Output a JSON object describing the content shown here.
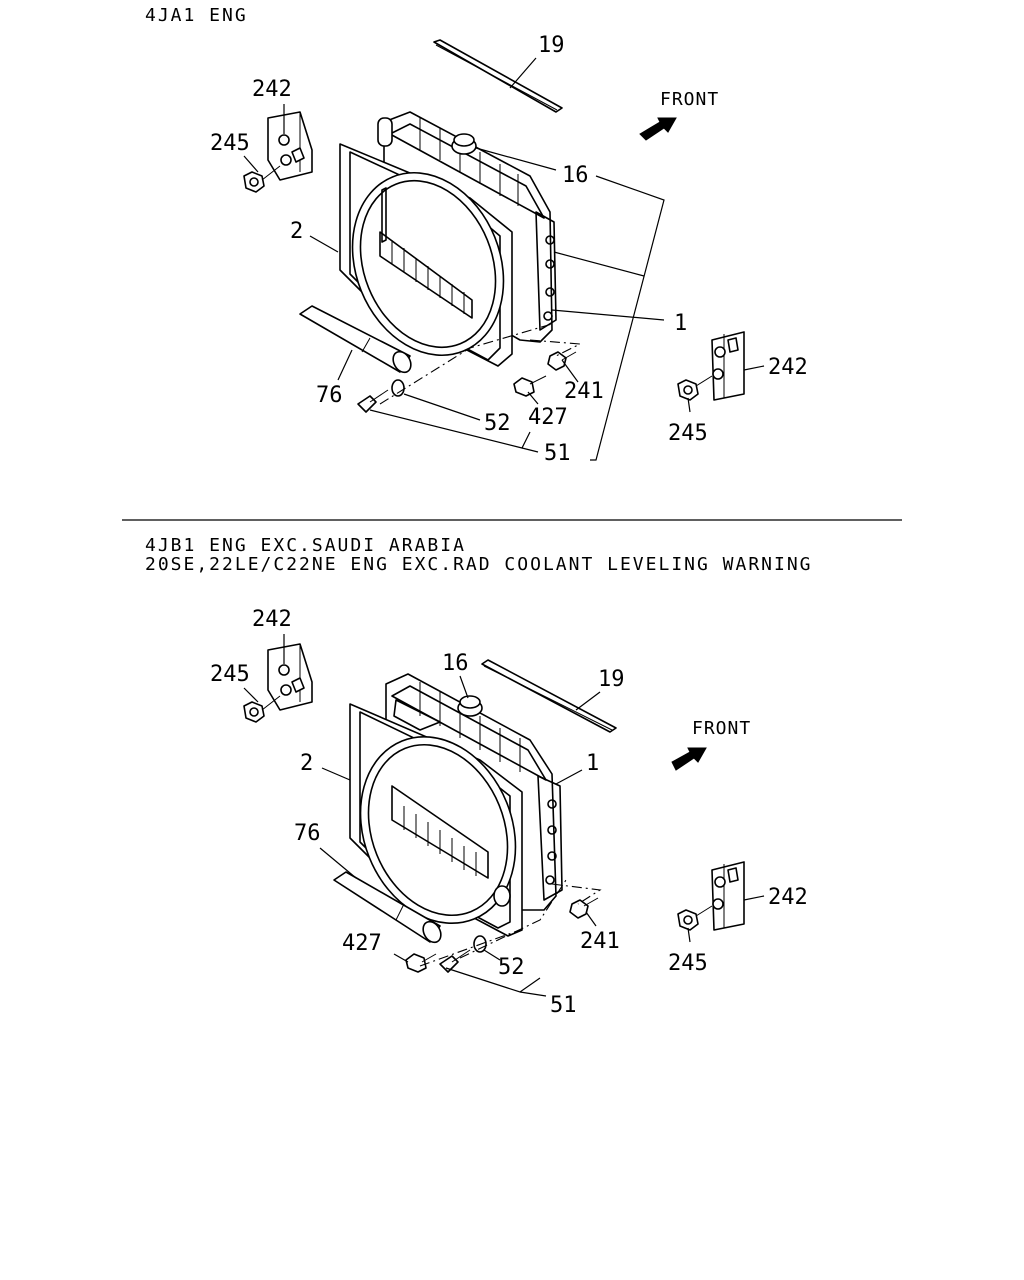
{
  "sections": [
    {
      "header_lines": [
        "4JA1 ENG"
      ],
      "front_label": "FRONT",
      "callouts": {
        "c19": "19",
        "c242a": "242",
        "c245a": "245",
        "c16": "16",
        "c2": "2",
        "c1": "1",
        "c76": "76",
        "c241": "241",
        "c427": "427",
        "c52": "52",
        "c51": "51",
        "c242b": "242",
        "c245b": "245"
      }
    },
    {
      "header_lines": [
        "4JB1 ENG EXC.SAUDI ARABIA",
        "20SE,22LE/C22NE ENG EXC.RAD COOLANT LEVELING WARNING"
      ],
      "front_label": "FRONT",
      "callouts": {
        "c242a": "242",
        "c245a": "245",
        "c16": "16",
        "c19": "19",
        "c2": "2",
        "c1": "1",
        "c76": "76",
        "c427": "427",
        "c241": "241",
        "c52": "52",
        "c51": "51",
        "c242b": "242",
        "c245b": "245"
      }
    }
  ]
}
